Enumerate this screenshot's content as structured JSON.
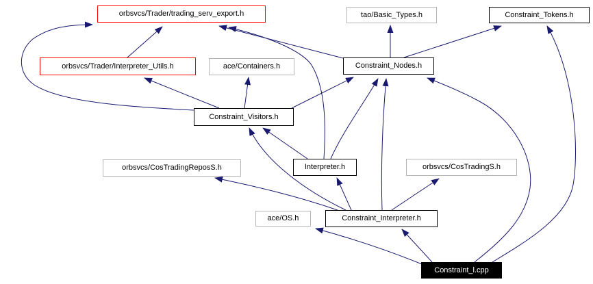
{
  "diagram": {
    "kind": "include-dependency-graph",
    "background_color": "#ffffff",
    "edge_color": "#191970",
    "node_border_colors": {
      "documented": "#000000",
      "external": "#b4b4b4",
      "truncated": "#ff0000"
    },
    "main_node_colors": {
      "background": "#000000",
      "text": "#ffffff"
    },
    "nodes": [
      {
        "id": "trading_serv_export",
        "label": "orbsvcs/Trader/trading_serv_export.h",
        "style": "red"
      },
      {
        "id": "basic_types",
        "label": "tao/Basic_Types.h",
        "style": "gray"
      },
      {
        "id": "constraint_tokens",
        "label": "Constraint_Tokens.h",
        "style": "black"
      },
      {
        "id": "interpreter_utils",
        "label": "orbsvcs/Trader/Interpreter_Utils.h",
        "style": "red"
      },
      {
        "id": "containers",
        "label": "ace/Containers.h",
        "style": "gray"
      },
      {
        "id": "constraint_nodes",
        "label": "Constraint_Nodes.h",
        "style": "black"
      },
      {
        "id": "constraint_visitors",
        "label": "Constraint_Visitors.h",
        "style": "black"
      },
      {
        "id": "costradingreposs",
        "label": "orbsvcs/CosTradingReposS.h",
        "style": "gray"
      },
      {
        "id": "interpreter",
        "label": "Interpreter.h",
        "style": "black"
      },
      {
        "id": "costradings",
        "label": "orbsvcs/CosTradingS.h",
        "style": "gray"
      },
      {
        "id": "ace_os",
        "label": "ace/OS.h",
        "style": "gray"
      },
      {
        "id": "constraint_interpreter",
        "label": "Constraint_Interpreter.h",
        "style": "black"
      },
      {
        "id": "constraint_l_cpp",
        "label": "Constraint_l.cpp",
        "style": "main"
      }
    ],
    "edges": [
      {
        "from": "constraint_visitors",
        "to": "trading_serv_export"
      },
      {
        "from": "interpreter_utils",
        "to": "trading_serv_export"
      },
      {
        "from": "constraint_nodes",
        "to": "trading_serv_export"
      },
      {
        "from": "interpreter",
        "to": "trading_serv_export"
      },
      {
        "from": "constraint_nodes",
        "to": "basic_types"
      },
      {
        "from": "constraint_nodes",
        "to": "constraint_tokens"
      },
      {
        "from": "constraint_l_cpp",
        "to": "constraint_tokens"
      },
      {
        "from": "constraint_visitors",
        "to": "interpreter_utils"
      },
      {
        "from": "constraint_visitors",
        "to": "containers"
      },
      {
        "from": "constraint_visitors",
        "to": "constraint_nodes"
      },
      {
        "from": "interpreter",
        "to": "constraint_visitors"
      },
      {
        "from": "constraint_interpreter",
        "to": "constraint_visitors"
      },
      {
        "from": "interpreter",
        "to": "constraint_nodes"
      },
      {
        "from": "constraint_interpreter",
        "to": "constraint_nodes"
      },
      {
        "from": "constraint_l_cpp",
        "to": "constraint_nodes"
      },
      {
        "from": "constraint_interpreter",
        "to": "costradingreposs"
      },
      {
        "from": "constraint_interpreter",
        "to": "interpreter"
      },
      {
        "from": "constraint_interpreter",
        "to": "costradings"
      },
      {
        "from": "constraint_l_cpp",
        "to": "constraint_interpreter"
      },
      {
        "from": "constraint_l_cpp",
        "to": "ace_os"
      }
    ]
  }
}
